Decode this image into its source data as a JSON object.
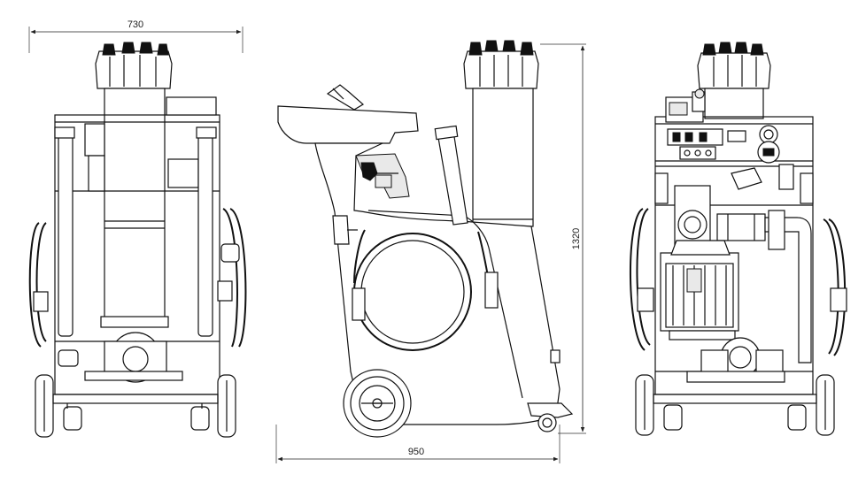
{
  "dimensions": {
    "front_width": "730",
    "side_width": "950",
    "side_height": "1320"
  }
}
